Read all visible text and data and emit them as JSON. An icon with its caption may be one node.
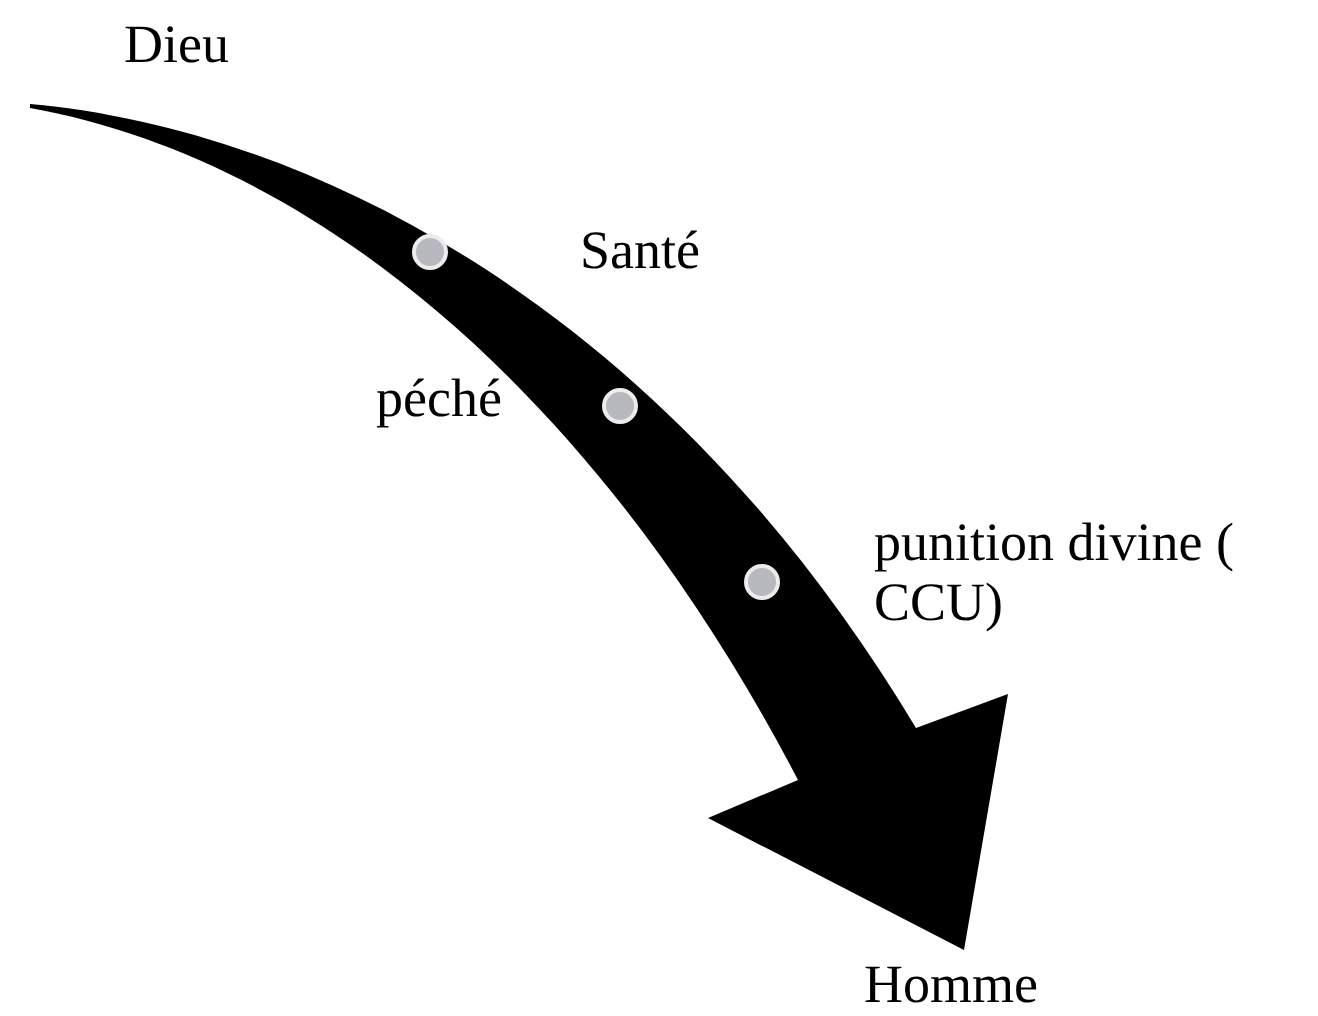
{
  "diagram": {
    "nodes": [
      {
        "text": [
          "Dieu"
        ]
      },
      {
        "text": [
          "Homme"
        ]
      }
    ],
    "edges": [
      {
        "from": 0,
        "to": 1,
        "arrow": "to",
        "style": "thick"
      }
    ],
    "labels": [
      "Santé",
      "péché",
      "punition divine ( CCU)"
    ]
  }
}
